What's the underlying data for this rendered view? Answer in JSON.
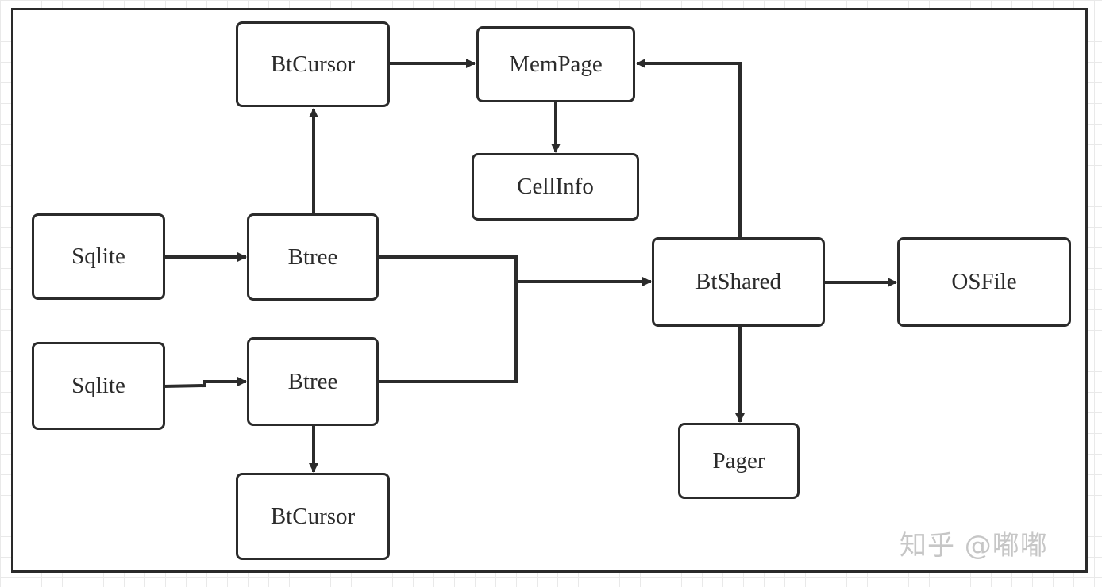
{
  "nodes": {
    "btcursor_top": "BtCursor",
    "mempage": "MemPage",
    "cellinfo": "CellInfo",
    "sqlite_1": "Sqlite",
    "btree_1": "Btree",
    "btshared": "BtShared",
    "osfile": "OSFile",
    "sqlite_2": "Sqlite",
    "btree_2": "Btree",
    "pager": "Pager",
    "btcursor_bottom": "BtCursor"
  },
  "edges": [
    {
      "from": "BtCursor",
      "to": "MemPage"
    },
    {
      "from": "MemPage",
      "to": "CellInfo"
    },
    {
      "from": "BtShared",
      "to": "MemPage"
    },
    {
      "from": "Btree",
      "to": "BtCursor"
    },
    {
      "from": "Sqlite",
      "to": "Btree"
    },
    {
      "from": "Btree",
      "to": "BtShared"
    },
    {
      "from": "Sqlite",
      "to": "Btree"
    },
    {
      "from": "Btree",
      "to": "BtShared"
    },
    {
      "from": "BtShared",
      "to": "OSFile"
    },
    {
      "from": "BtShared",
      "to": "Pager"
    },
    {
      "from": "Btree",
      "to": "BtCursor"
    }
  ],
  "watermark": "知乎 @嘟嘟",
  "colors": {
    "line": "#2b2b2b",
    "border": "#2b2b2b",
    "grid": "#e9e9e9",
    "watermark": "#c6c6c6"
  }
}
